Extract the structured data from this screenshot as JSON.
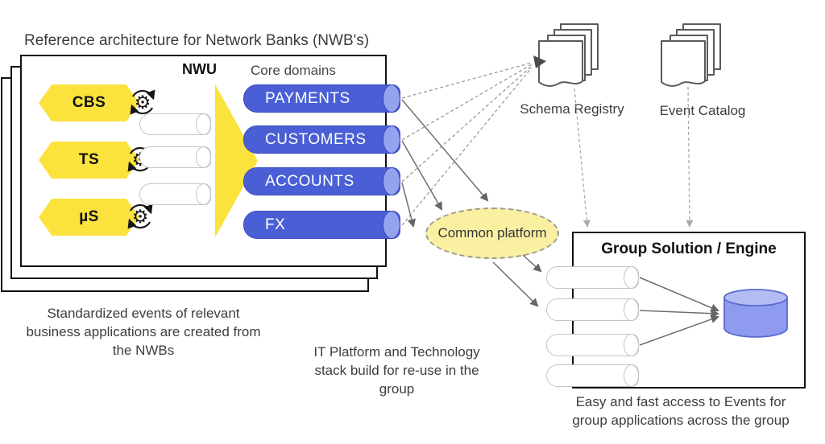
{
  "title": "Reference architecture for Network Banks (NWB's)",
  "nwb": {
    "unit_label": "NWU",
    "core_domains_label": "Core domains",
    "sources": [
      {
        "label": "CBS"
      },
      {
        "label": "TS"
      },
      {
        "label": "µS"
      }
    ],
    "domains": [
      {
        "label": "PAYMENTS"
      },
      {
        "label": "CUSTOMERS"
      },
      {
        "label": "ACCOUNTS"
      },
      {
        "label": "FX"
      }
    ]
  },
  "artifacts": {
    "schema_registry_label": "Schema Registry",
    "event_catalog_label": "Event Catalog"
  },
  "platform": {
    "label": "Common platform"
  },
  "group_box": {
    "title": "Group Solution / Engine"
  },
  "captions": {
    "nwb_note": "Standardized events of relevant business applications are created from the NWBs",
    "platform_note": "IT Platform and Technology stack build for re-use in the group",
    "group_note": "Easy and fast access to Events for group applications across the group"
  },
  "icons": {
    "gear": "⚙"
  },
  "colors": {
    "yellow": "#FBE23D",
    "yellow_light": "#FAF0A2",
    "blue": "#4A5FD5",
    "blue_cap": "#93A3EE",
    "blue_border": "#3A4CC0",
    "db_body": "#8E9BEF",
    "db_top": "#B3BDF4",
    "db_border": "#5B6AD0"
  }
}
